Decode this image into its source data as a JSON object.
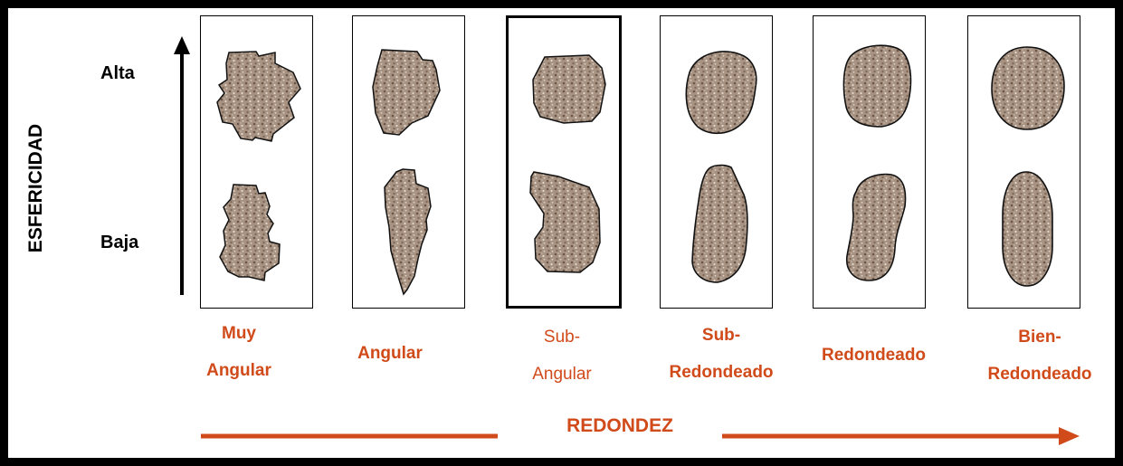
{
  "vertical_axis": {
    "title": "ESFERICIDAD",
    "high_label": "Alta",
    "low_label": "Baja"
  },
  "horizontal_axis": {
    "title": "REDONDEZ"
  },
  "columns": [
    {
      "label": "Muy\nAngular"
    },
    {
      "label": "Angular"
    },
    {
      "label": "Sub-\nAngular"
    },
    {
      "label": "Sub-\nRedondeado"
    },
    {
      "label": "Redondeado"
    },
    {
      "label": "Bien-\nRedondeado"
    }
  ],
  "colors": {
    "accent": "#d14a1a",
    "grain_fill": "#a89383",
    "grain_speckle_dark": "#6b5648",
    "grain_speckle_light": "#e3d9cf"
  }
}
